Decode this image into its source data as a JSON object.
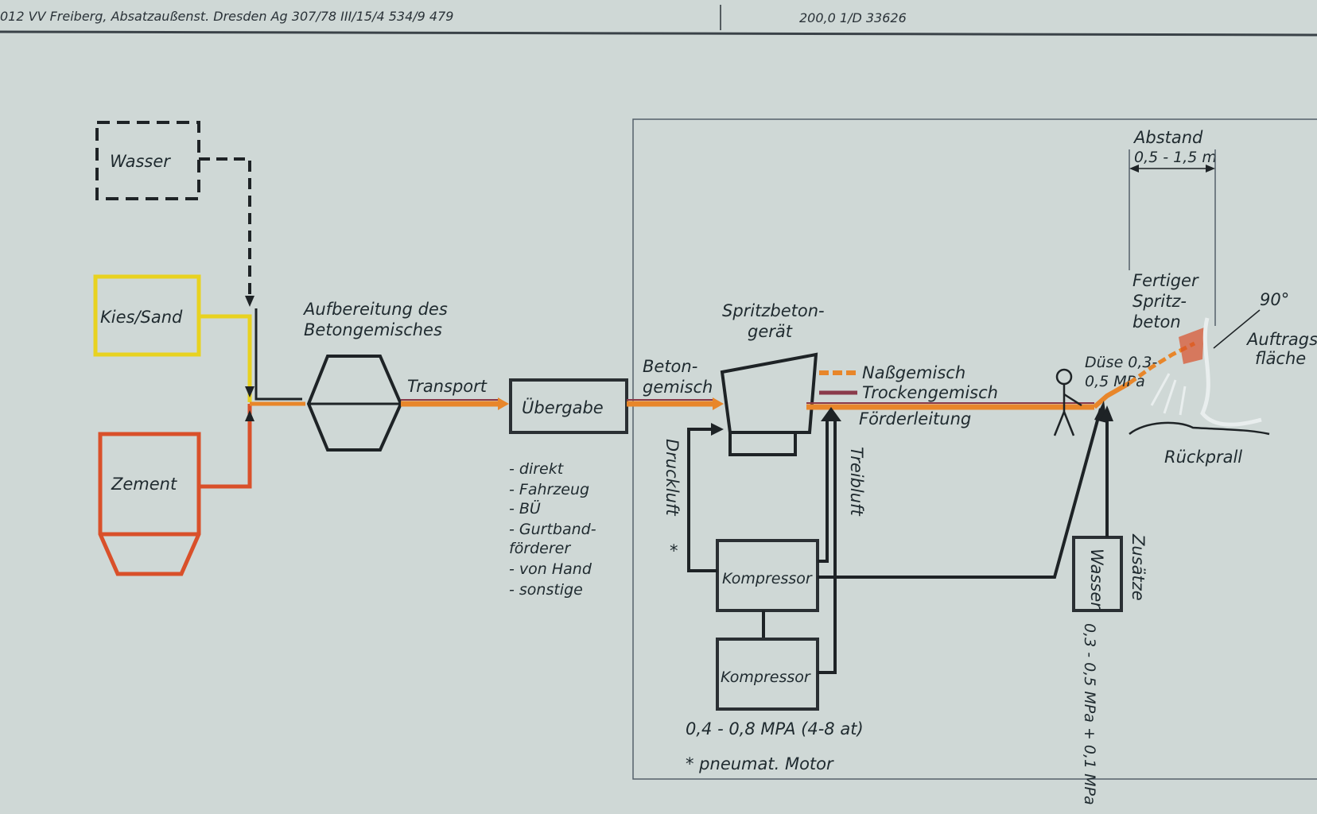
{
  "header": {
    "left": "012  VV Freiberg, Absatzaußenst. Dresden Ag 307/78   III/15/4 534/9 479",
    "right": "200,0 1/D 33626"
  },
  "sources": {
    "wasser": "Wasser",
    "kies_sand": "Kies/Sand",
    "zement": "Zement"
  },
  "mixing": {
    "title_line1": "Aufbereitung des",
    "title_line2": "Betongemisches"
  },
  "transport_label": "Transport",
  "uebergabe": {
    "label": "Übergabe",
    "options": [
      "- direkt",
      "- Fahrzeug",
      "- BÜ",
      "- Gurtband-",
      "  förderer",
      "- von Hand",
      "- sonstige"
    ]
  },
  "beton_gemisch": {
    "line1": "Beton-",
    "line2": "gemisch"
  },
  "spritzbeton_geraet": {
    "line1": "Spritzbeton-",
    "line2": "gerät"
  },
  "legend": {
    "nass": "Naßgemisch",
    "trocken": "Trockengemisch",
    "foerder": "Förderleitung",
    "nass_color": "#e8862a",
    "trocken_color": "#8a3a4a"
  },
  "air": {
    "druckluft": "Druckluft",
    "treibluft": "Treibluft",
    "asterisk": "*"
  },
  "compressors": {
    "upper": "Kompressor",
    "lower": "Kompressor",
    "pressure": "0,4 - 0,8 MPA (4-8 at)",
    "footnote": "* pneumat. Motor"
  },
  "nozzle": {
    "line1": "Düse 0,3-",
    "line2": "0,5 MPa"
  },
  "fertiger": {
    "line1": "Fertiger",
    "line2": "Spritz-",
    "line3": "beton"
  },
  "angle": "90°",
  "auftrag": {
    "line1": "Auftrags",
    "line2": "fläche"
  },
  "abstand": {
    "line1": "Abstand",
    "line2": "0,5 - 1,5 m"
  },
  "rueckprall": "Rückprall",
  "zusaetze": {
    "label": "Zusätze",
    "box": "Wasser",
    "pressure": "0,3 - 0,5 MPa + 0,1 MPa"
  },
  "colors": {
    "background": "#cfd8d6",
    "kies_sand": "#e8d220",
    "zement": "#d9502a",
    "line_dark": "#1e2326",
    "mix_line": "#e8862a"
  }
}
